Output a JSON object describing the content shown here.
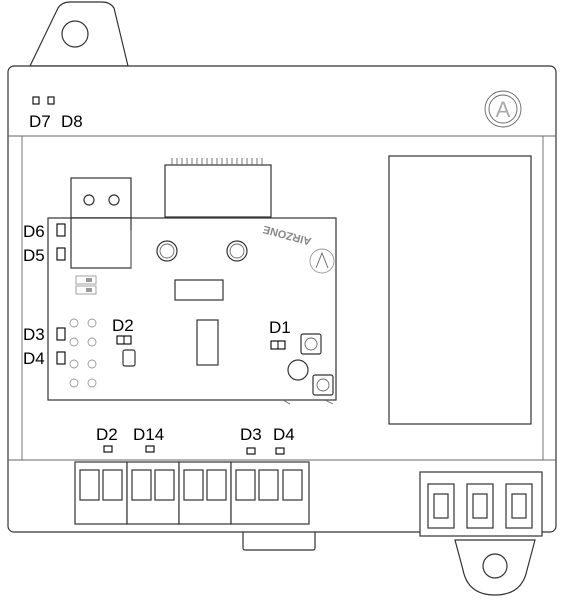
{
  "labels": {
    "top_left_leds": [
      "D7",
      "D8"
    ],
    "left_leds": [
      "D6",
      "D5",
      "D3",
      "D4"
    ],
    "board_leds": [
      "D2",
      "D1"
    ],
    "bottom_leds": [
      "D2",
      "D14",
      "D3",
      "D4"
    ]
  },
  "logo": {
    "corner_letter": "A",
    "board_brand": "AIRZONE"
  },
  "colors": {
    "outline": "#333333",
    "light_outline": "#999999",
    "background": "#ffffff"
  }
}
